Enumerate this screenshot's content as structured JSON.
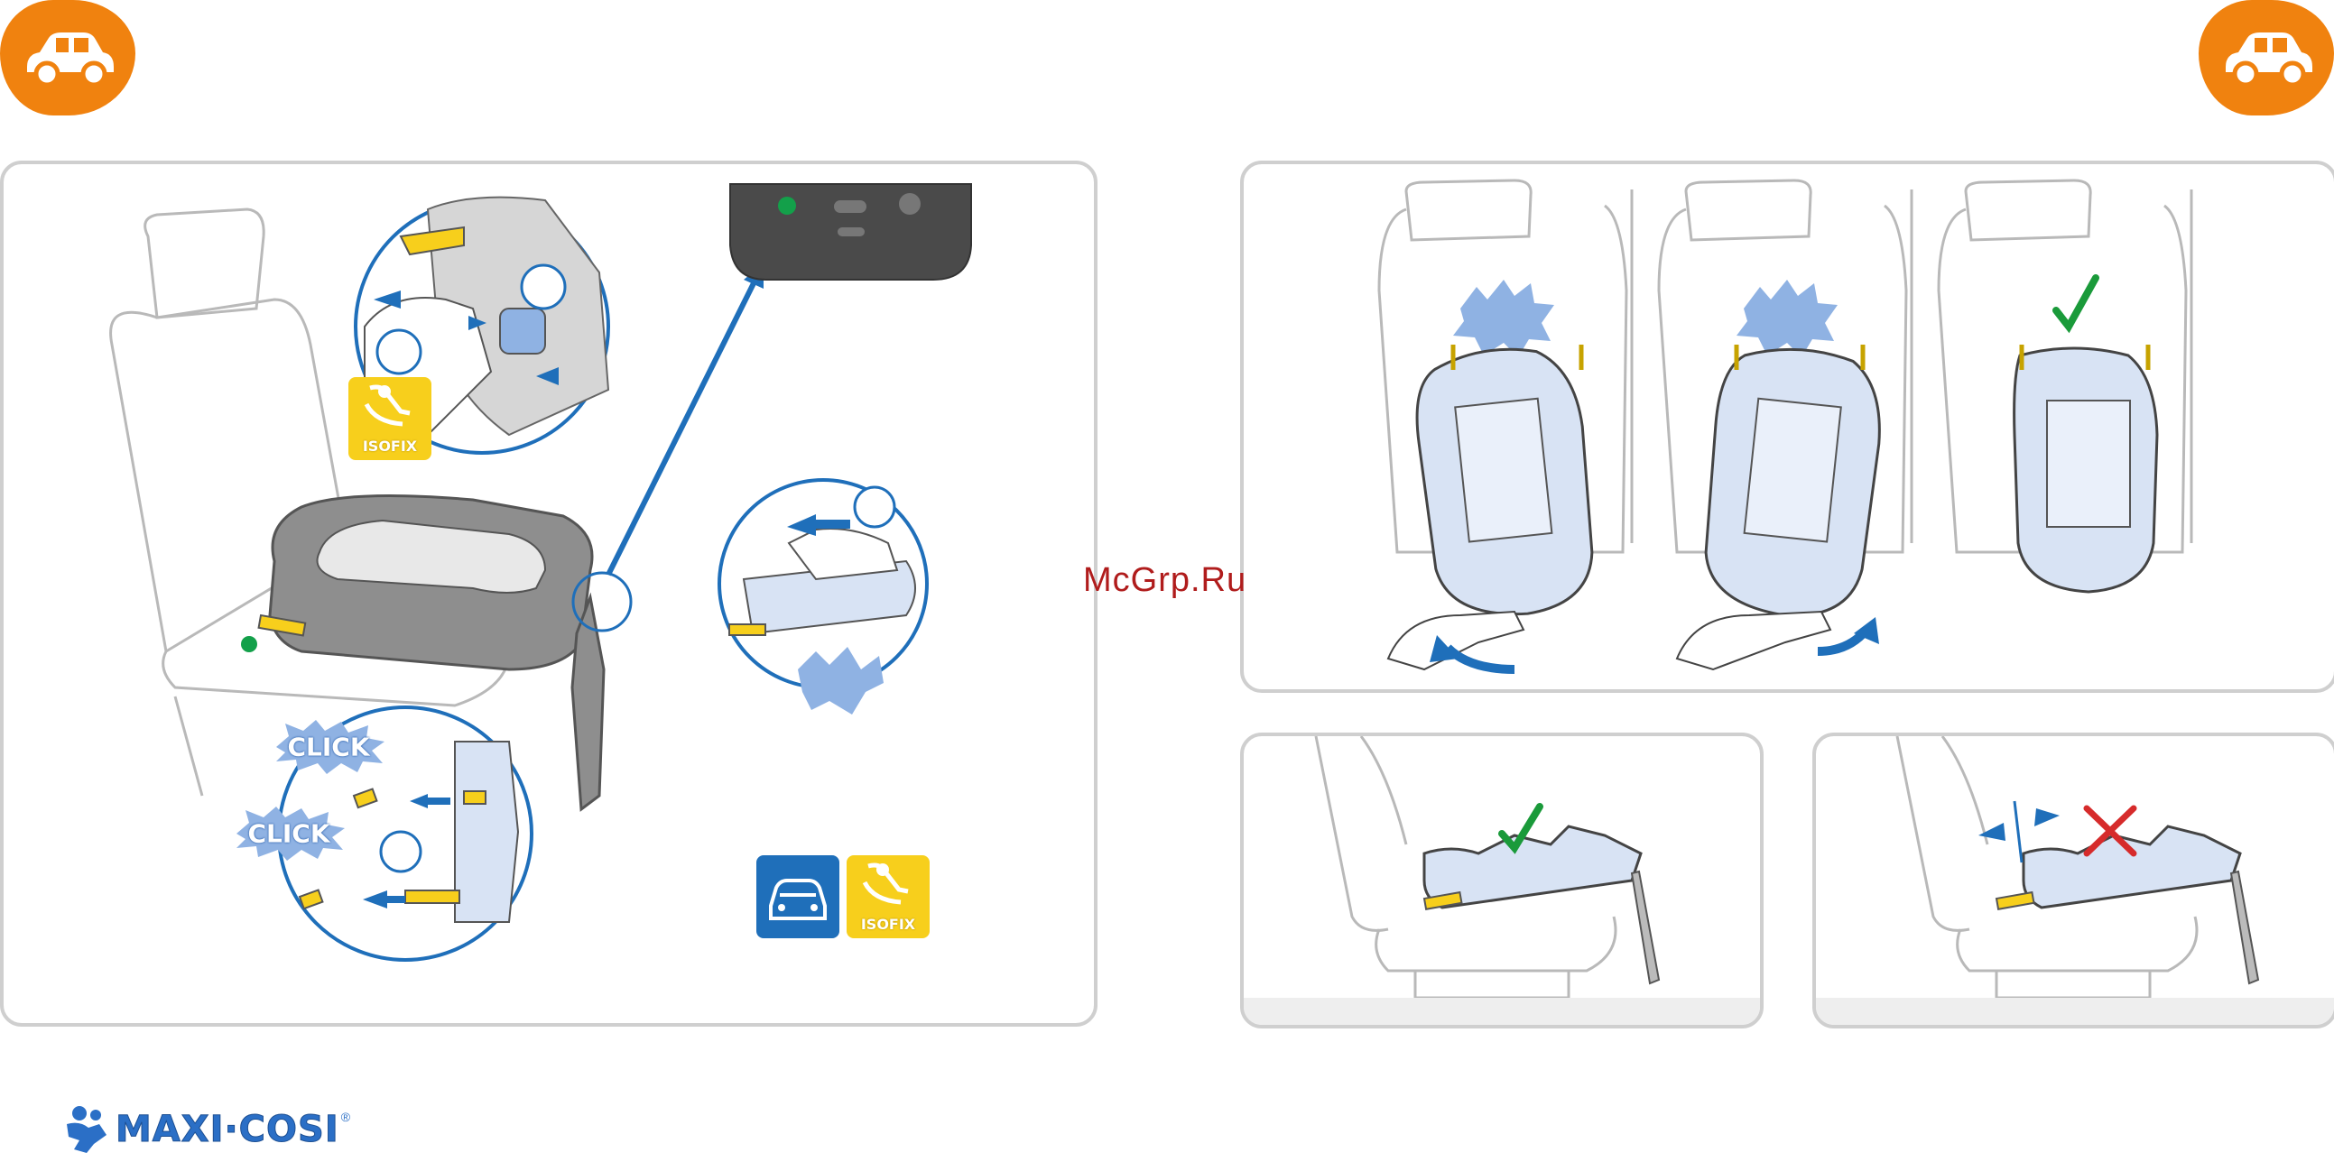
{
  "colors": {
    "badge": "#f0820f",
    "panel_border": "#cfcfcf",
    "accent_blue": "#1f6fba",
    "isofix_yellow": "#f7cf1c",
    "burst_blue": "#8fb2e3",
    "check_green": "#1a9a3a",
    "cross_red": "#d62b2b",
    "indicator_green": "#13a04a"
  },
  "icons": {
    "corner_left": "car-icon",
    "corner_right": "car-icon",
    "vehicle_tile": "car-front-icon",
    "isofix_tile": "child-seat-isofix-icon",
    "brand_logo": "maxi-cosi-logo-icon"
  },
  "labels": {
    "click_1": "CLICK",
    "click_2": "CLICK",
    "isofix_small": "ISOFIX",
    "isofix_large": "ISOFIX",
    "watermark": "McGrp.Ru",
    "brand_name": "MAXI·COSI",
    "brand_reg": "®"
  },
  "indicators": {
    "status_light": "green",
    "correct_mark": "check",
    "wrong_mark": "cross"
  }
}
